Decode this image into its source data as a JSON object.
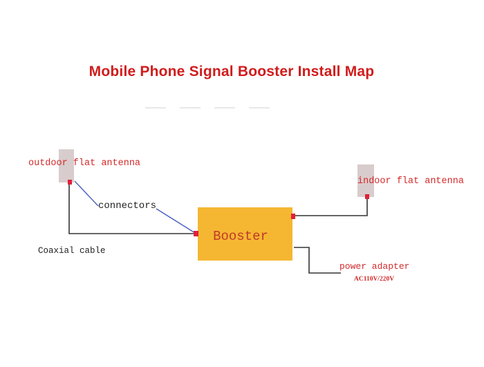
{
  "title": "Mobile Phone Signal Booster Install Map",
  "labels": {
    "outdoor_antenna": "outdoor flat antenna",
    "indoor_antenna": "indoor flat antenna",
    "connectors": "connectors",
    "coaxial_cable": "Coaxial cable",
    "booster": "Booster",
    "power_adapter": "power adapter",
    "power_voltage": "AC110V/220V"
  },
  "colors": {
    "title": "#d01c1c",
    "label_red": "#d4292a",
    "label_dark": "#222222",
    "booster_fill": "#f5b731",
    "booster_text": "#c0392b",
    "antenna_fill": "#d8cccc",
    "connector_red": "#e0203a",
    "wire": "#333333",
    "wire_blue": "#4a5fc4"
  }
}
